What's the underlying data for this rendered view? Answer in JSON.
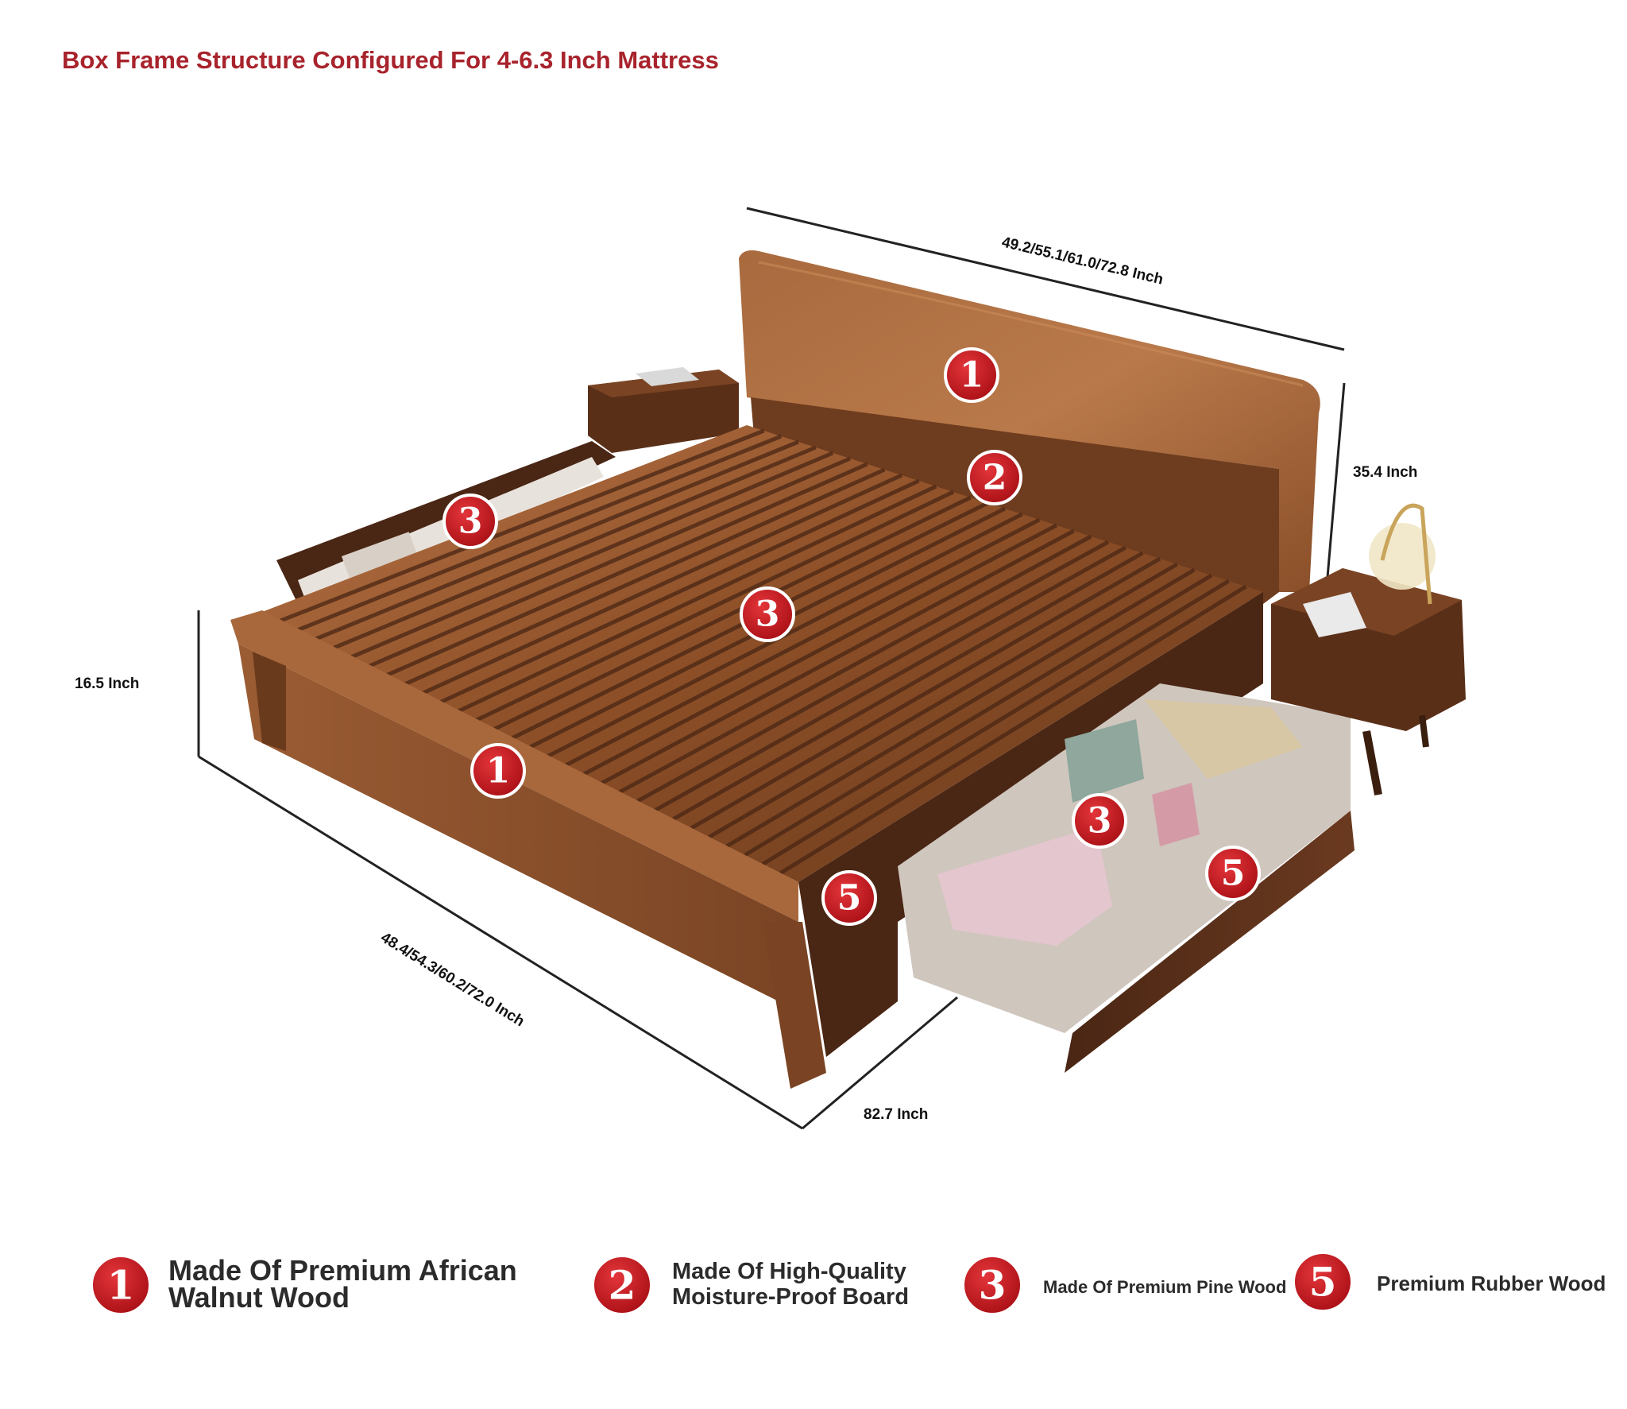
{
  "title": "Box Frame Structure Configured For 4-6.3 Inch Mattress",
  "dimensions": {
    "width": "49.2/55.1/61.0/72.8 Inch",
    "headboard_height": "35.4 Inch",
    "bed_height": "16.5 Inch",
    "length_side": "48.4/54.3/60.2/72.0 Inch",
    "drawer_depth": "82.7 Inch"
  },
  "badges": {
    "one": "1",
    "two": "2",
    "three": "3",
    "five": "5"
  },
  "legend": {
    "item1": {
      "number": "1",
      "line1": "Made Of Premium African",
      "line2": "Walnut Wood"
    },
    "item2": {
      "number": "2",
      "line1": "Made Of High-Quality",
      "line2": "Moisture-Proof Board"
    },
    "item3": {
      "number": "3",
      "text": "Made Of Premium Pine Wood"
    },
    "item5": {
      "number": "5",
      "text": "Premium Rubber Wood"
    }
  },
  "colors": {
    "accent": "#a8232c",
    "badge": "#c8161d",
    "wood_light": "#a8683c",
    "wood_dark": "#5a311a"
  }
}
